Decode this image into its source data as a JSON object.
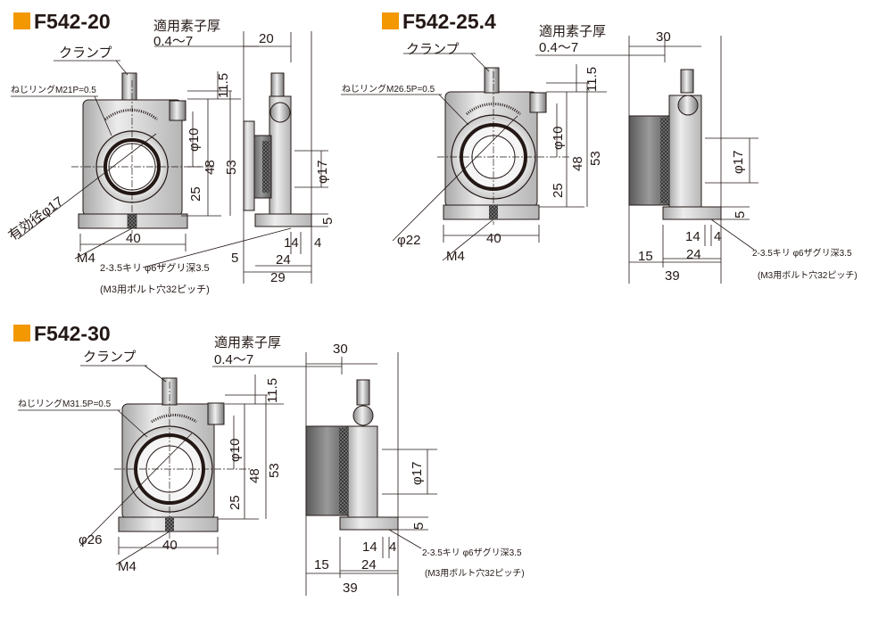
{
  "models": [
    {
      "title": "F542-20",
      "clamp": "クランプ",
      "thickness_label": "適用素子厚",
      "thickness_range": "0.4〜7",
      "thread_ring": "ねじリングM21P=0.5",
      "aperture": "有効径φ17",
      "mount": "M4",
      "holes_line1": "2-3.5キリ φ6ザグリ深3.5",
      "holes_line2": "(M3用ボルト穴32ピッチ)",
      "dims": {
        "width": "40",
        "clamp_top": "11.5",
        "dia_adjust": "φ10",
        "height_48": "48",
        "height_53": "53",
        "center_height": "25",
        "depth_top": "20",
        "side_dia": "φ17",
        "base": "5",
        "base_a": "5",
        "base_b": "14",
        "base_c": "4",
        "base_depth": "24",
        "total_depth": "29"
      }
    },
    {
      "title": "F542-25.4",
      "clamp": "クランプ",
      "thickness_label": "適用素子厚",
      "thickness_range": "0.4〜7",
      "thread_ring": "ねじリングM26.5P=0.5",
      "aperture": "φ22",
      "mount": "M4",
      "holes_line1": "2-3.5キリ φ6ザグリ深3.5",
      "holes_line2": "(M3用ボルト穴32ピッチ)",
      "dims": {
        "width": "40",
        "clamp_top": "11.5",
        "dia_adjust": "φ10",
        "height_48": "48",
        "height_53": "53",
        "center_height": "25",
        "depth_top": "30",
        "side_dia": "φ17",
        "base": "5",
        "base_a": "15",
        "base_b": "14",
        "base_c": "4",
        "base_depth": "24",
        "total_depth": "39"
      }
    },
    {
      "title": "F542-30",
      "clamp": "クランプ",
      "thickness_label": "適用素子厚",
      "thickness_range": "0.4〜7",
      "thread_ring": "ねじリングM31.5P=0.5",
      "aperture": "φ26",
      "mount": "M4",
      "holes_line1": "2-3.5キリ φ6ザグリ深3.5",
      "holes_line2": "(M3用ボルト穴32ピッチ)",
      "dims": {
        "width": "40",
        "clamp_top": "11.5",
        "dia_adjust": "φ10",
        "height_48": "48",
        "height_53": "53",
        "center_height": "25",
        "depth_top": "30",
        "side_dia": "φ17",
        "base": "5",
        "base_a": "15",
        "base_b": "14",
        "base_c": "4",
        "base_depth": "24",
        "total_depth": "39"
      }
    }
  ],
  "colors": {
    "accent": "#f39800",
    "line": "#231815",
    "body_gray": "#cfcfcf"
  }
}
